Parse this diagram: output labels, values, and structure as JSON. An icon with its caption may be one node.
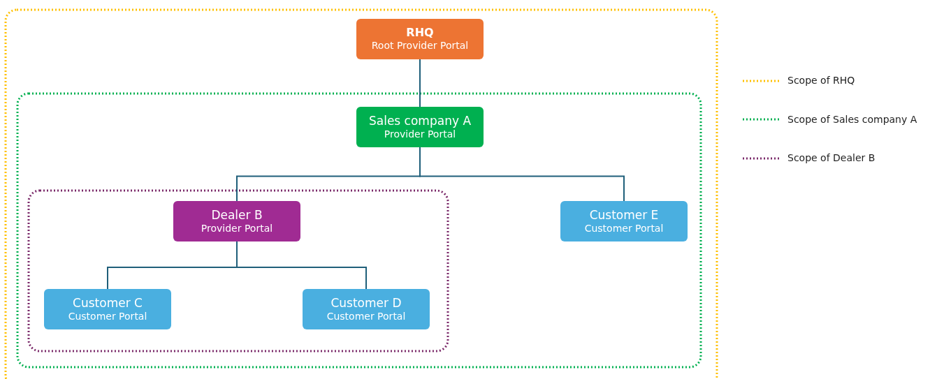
{
  "diagram": {
    "nodes": [
      {
        "text": [
          "RHQ",
          "Root Provider Portal"
        ]
      },
      {
        "text": [
          "Sales company A",
          "Provider Portal"
        ]
      },
      {
        "text": [
          "Dealer B",
          "Provider Portal"
        ]
      },
      {
        "text": [
          "Customer E",
          "Customer Portal"
        ]
      },
      {
        "text": [
          "Customer C",
          "Customer Portal"
        ]
      },
      {
        "text": [
          "Customer D",
          "Customer Portal"
        ]
      }
    ],
    "edges": [
      {
        "from": 0,
        "to": 1,
        "arrow": "none"
      },
      {
        "from": 1,
        "to": 2,
        "arrow": "none"
      },
      {
        "from": 1,
        "to": 3,
        "arrow": "none"
      },
      {
        "from": 2,
        "to": 4,
        "arrow": "none"
      },
      {
        "from": 2,
        "to": 5,
        "arrow": "none"
      }
    ],
    "legend": [
      {
        "text": "Scope of RHQ"
      },
      {
        "text": "Scope of Sales company A"
      },
      {
        "text": "Scope of Dealer B"
      }
    ]
  }
}
